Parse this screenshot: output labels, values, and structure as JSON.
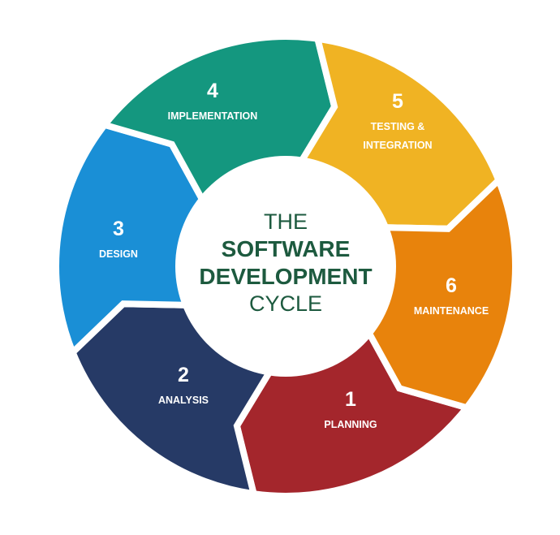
{
  "title": {
    "line1": "THE",
    "line2": "SOFTWARE",
    "line3": "DEVELOPMENT",
    "line4": "CYCLE",
    "color": "#1d5a3f"
  },
  "stages": [
    {
      "number": "1",
      "label_lines": [
        "PLANNING"
      ],
      "color": "#a4262c"
    },
    {
      "number": "2",
      "label_lines": [
        "ANALYSIS"
      ],
      "color": "#263a66"
    },
    {
      "number": "3",
      "label_lines": [
        "DESIGN"
      ],
      "color": "#1a8fd6"
    },
    {
      "number": "4",
      "label_lines": [
        "IMPLEMENTATION"
      ],
      "color": "#14977f"
    },
    {
      "number": "5",
      "label_lines": [
        "TESTING &",
        "INTEGRATION"
      ],
      "color": "#f0b323"
    },
    {
      "number": "6",
      "label_lines": [
        "MAINTENANCE"
      ],
      "color": "#e8830c"
    }
  ]
}
